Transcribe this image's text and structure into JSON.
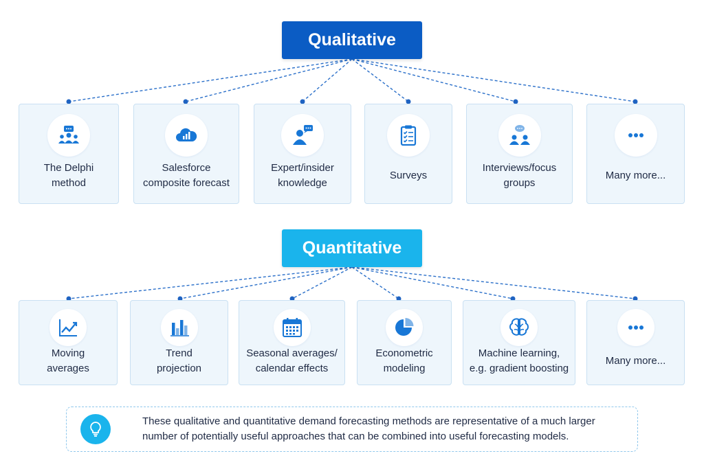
{
  "qualitative": {
    "title": "Qualitative",
    "items": [
      {
        "label": "The Delphi\nmethod",
        "icon": "group-discussion-icon"
      },
      {
        "label": "Salesforce\ncomposite forecast",
        "icon": "cloud-chart-icon"
      },
      {
        "label": "Expert/insider\nknowledge",
        "icon": "expert-chat-icon"
      },
      {
        "label": "Surveys",
        "icon": "clipboard-checklist-icon"
      },
      {
        "label": "Interviews/focus\ngroups",
        "icon": "interview-group-icon"
      },
      {
        "label": "Many more...",
        "icon": "ellipsis-icon"
      }
    ]
  },
  "quantitative": {
    "title": "Quantitative",
    "items": [
      {
        "label": "Moving\naverages",
        "icon": "line-chart-icon"
      },
      {
        "label": "Trend\nprojection",
        "icon": "bar-chart-icon"
      },
      {
        "label": "Seasonal averages/\ncalendar effects",
        "icon": "calendar-icon"
      },
      {
        "label": "Econometric\nmodeling",
        "icon": "pie-chart-icon"
      },
      {
        "label": "Machine learning,\ne.g. gradient boosting",
        "icon": "brain-icon"
      },
      {
        "label": "Many more...",
        "icon": "ellipsis-icon"
      }
    ]
  },
  "note": {
    "text": "These qualitative and quantitative demand forecasting methods are representative of a much larger number of potentially useful approaches that can be combined into useful forecasting models.",
    "icon": "lightbulb-icon"
  },
  "colors": {
    "qualitative_header": "#0b5cc4",
    "quantitative_header": "#1ab4ec",
    "card_background": "#eef6fc",
    "icon_blue": "#1877d6",
    "connector": "#2a6fc9"
  }
}
